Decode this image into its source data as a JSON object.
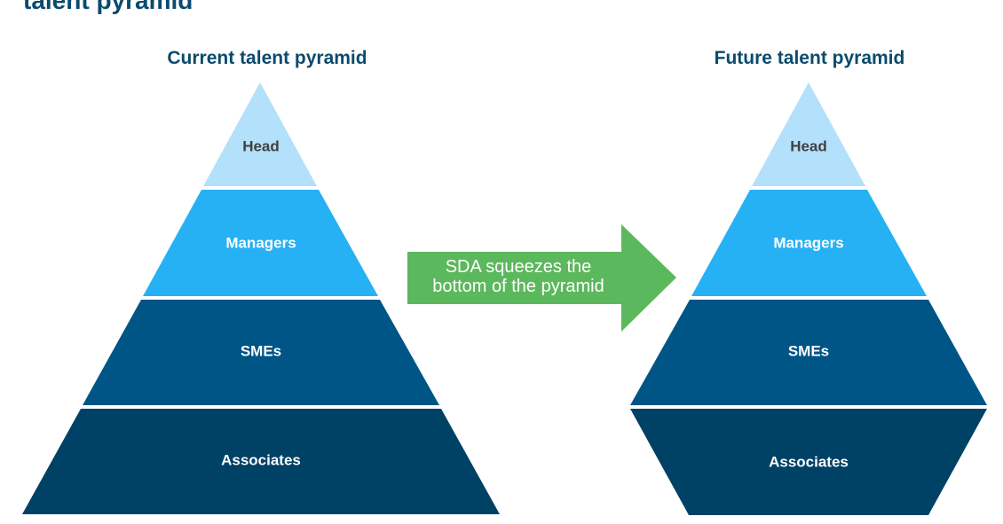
{
  "slide": {
    "title": "talent pyramid"
  },
  "current_pyramid": {
    "heading": "Current talent pyramid",
    "tiers": [
      "Head",
      "Managers",
      "SMEs",
      "Associates"
    ]
  },
  "future_pyramid": {
    "heading": "Future talent pyramid",
    "tiers": [
      "Head",
      "Managers",
      "SMEs",
      "Associates"
    ]
  },
  "transition_arrow": {
    "line1": "SDA squeezes the",
    "line2": "bottom of the pyramid",
    "color": "#5cb85c"
  },
  "colors": {
    "heading": "#0b4a6e",
    "head_tier": "#b3e0fa",
    "managers_tier": "#26b1f5",
    "smes_tier": "#005587",
    "associates_tier": "#004166",
    "head_label": "#404040",
    "tier_label": "#ffffff"
  }
}
